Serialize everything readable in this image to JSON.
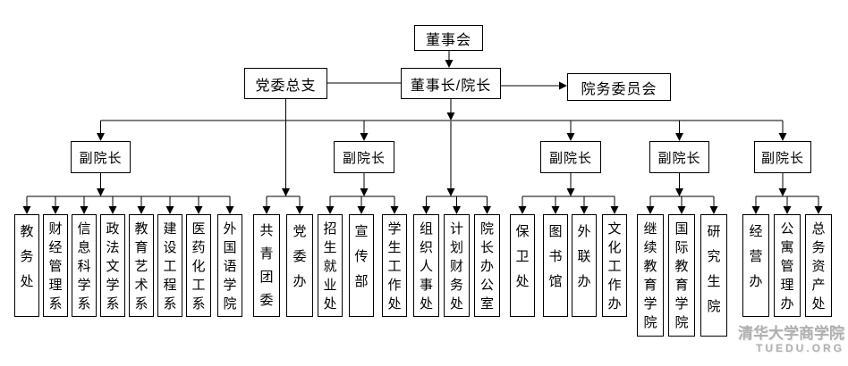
{
  "org": {
    "board": {
      "label": "董事会"
    },
    "party_branch": {
      "label": "党委总支"
    },
    "chairman": {
      "label": "董事长/院长"
    },
    "council": {
      "label": "院务委员会"
    },
    "vice_presidents": [
      {
        "id": "vp1",
        "label": "副院长"
      },
      {
        "id": "vp2",
        "label": "副院长"
      },
      {
        "id": "vp3",
        "label": "副院长"
      },
      {
        "id": "vp4",
        "label": "副院长"
      },
      {
        "id": "vp5",
        "label": "副院长"
      }
    ],
    "department_groups": [
      {
        "parent": "vp1",
        "departments": [
          "教务处",
          "财经管理系",
          "信息科学系",
          "政法文学系",
          "教育艺术系",
          "建设工程系",
          "医药化工系",
          "外国语学院"
        ]
      },
      {
        "parent": "party_branch",
        "departments": [
          "共青团委",
          "党委办"
        ]
      },
      {
        "parent": "vp2",
        "departments": [
          "招生就业处",
          "宣传部",
          "学生工作处"
        ]
      },
      {
        "parent": "chairman",
        "departments": [
          "组织人事处",
          "计划财务处",
          "院长办公室"
        ]
      },
      {
        "parent": "vp3",
        "departments": [
          "保卫处",
          "图书馆",
          "外联办",
          "文化工作办"
        ]
      },
      {
        "parent": "vp4",
        "departments": [
          "继续教育学院",
          "国际教育学院",
          "研究生院"
        ]
      },
      {
        "parent": "vp5",
        "departments": [
          "经营办",
          "公寓管理办",
          "总务资产处"
        ]
      }
    ]
  },
  "watermark": {
    "line1": "清华大学商学院",
    "line2": "TUEDU.ORG"
  },
  "colors": {
    "background": "#ffffff",
    "box_border": "#000000",
    "line": "#000000",
    "soft_line": "#7a7a7a",
    "arrow": "#000000",
    "watermark": "#b0b0b0"
  }
}
